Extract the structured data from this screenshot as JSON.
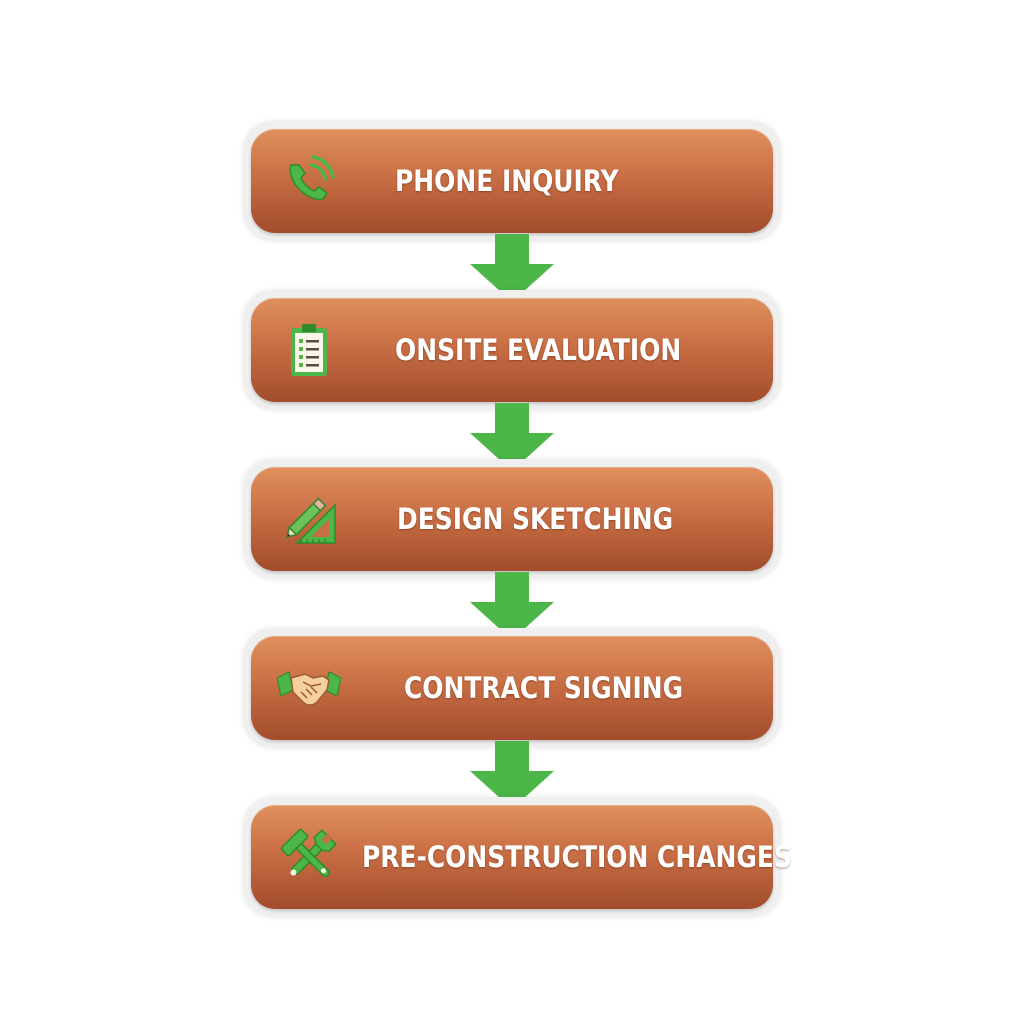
{
  "colors": {
    "box_top": "#e0905e",
    "box_bottom": "#a24c2c",
    "accent_green": "#4cb648",
    "label_text": "#ffffff"
  },
  "steps": [
    {
      "label": "PHONE INQUIRY",
      "icon": "phone-icon"
    },
    {
      "label": "ONSITE EVALUATION",
      "icon": "clipboard-icon"
    },
    {
      "label": "DESIGN SKETCHING",
      "icon": "pencil-ruler-icon"
    },
    {
      "label": "CONTRACT SIGNING",
      "icon": "handshake-icon"
    },
    {
      "label": "PRE-CONSTRUCTION CHANGES",
      "icon": "tools-icon"
    }
  ]
}
